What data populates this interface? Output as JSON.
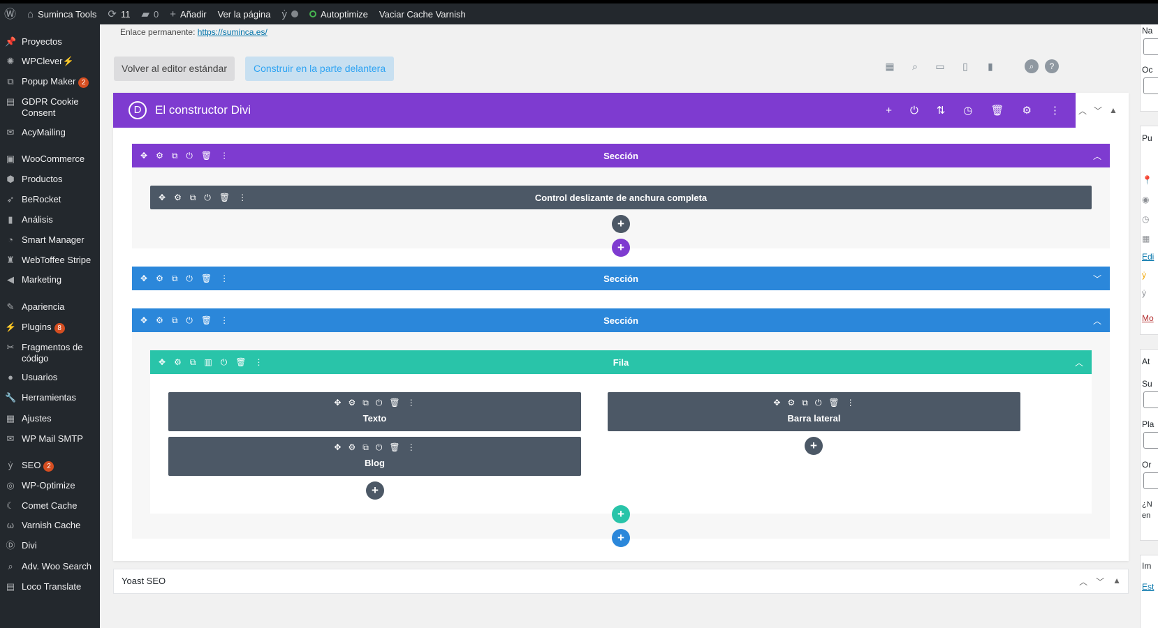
{
  "admin_bar": {
    "site_name": "Suminca Tools",
    "updates_count": "11",
    "comments_count": "0",
    "add_new": "Añadir",
    "view_page": "Ver la página",
    "autoptimize": "Autoptimize",
    "varnish": "Vaciar Cache Varnish"
  },
  "sidebar": {
    "items": [
      {
        "label": "Proyectos",
        "icon": "pin-icon"
      },
      {
        "label": "WPClever",
        "icon": "wpclever-icon",
        "suffix": "⚡"
      },
      {
        "label": "Popup Maker",
        "icon": "popup-icon",
        "badge": "2"
      },
      {
        "label": "GDPR Cookie Consent",
        "icon": "cookie-icon"
      },
      {
        "label": "AcyMailing",
        "icon": "mail-icon"
      },
      {
        "label": "WooCommerce",
        "icon": "woo-icon"
      },
      {
        "label": "Productos",
        "icon": "box-icon"
      },
      {
        "label": "BeRocket",
        "icon": "rocket-icon"
      },
      {
        "label": "Análisis",
        "icon": "chart-icon"
      },
      {
        "label": "Smart Manager",
        "icon": "gauge-icon"
      },
      {
        "label": "WebToffee Stripe",
        "icon": "stripe-icon"
      },
      {
        "label": "Marketing",
        "icon": "megaphone-icon"
      },
      {
        "label": "Apariencia",
        "icon": "brush-icon"
      },
      {
        "label": "Plugins",
        "icon": "plug-icon",
        "badge": "8"
      },
      {
        "label": "Fragmentos de código",
        "icon": "scissors-icon"
      },
      {
        "label": "Usuarios",
        "icon": "user-icon"
      },
      {
        "label": "Herramientas",
        "icon": "wrench-icon"
      },
      {
        "label": "Ajustes",
        "icon": "settings-icon"
      },
      {
        "label": "WP Mail SMTP",
        "icon": "envelope-icon"
      },
      {
        "label": "SEO",
        "icon": "yoast-icon",
        "badge": "2"
      },
      {
        "label": "WP-Optimize",
        "icon": "optimize-icon"
      },
      {
        "label": "Comet Cache",
        "icon": "comet-icon"
      },
      {
        "label": "Varnish Cache",
        "icon": "varnish-icon"
      },
      {
        "label": "Divi",
        "icon": "divi-icon"
      },
      {
        "label": "Adv. Woo Search",
        "icon": "search-icon"
      },
      {
        "label": "Loco Translate",
        "icon": "translate-icon"
      }
    ]
  },
  "editor": {
    "permalink_label": "Enlace permanente:",
    "permalink_url": "https://suminca.es/",
    "back_to_standard": "Volver al editor estándar",
    "build_frontend": "Construir en la parte delantera",
    "builder_title": "El constructor Divi",
    "builder_logo": "D"
  },
  "sections": [
    {
      "label": "Sección",
      "color": "#7e3bd0",
      "collapsed": false
    },
    {
      "label": "Sección",
      "color": "#2b87da",
      "collapsed": true
    },
    {
      "label": "Sección",
      "color": "#2b87da",
      "collapsed": false
    }
  ],
  "fullwidth_module": "Control deslizante de anchura completa",
  "row_label": "Fila",
  "modules": {
    "text": "Texto",
    "sidebar": "Barra lateral",
    "blog": "Blog"
  },
  "yoast": {
    "title": "Yoast SEO"
  },
  "right_sidebar": {
    "labels": [
      "Na",
      "Oc",
      "Pu",
      "Edi",
      "Mo",
      "At",
      "Su",
      "Pla",
      "Or",
      "¿N",
      "en",
      "Im",
      "Est"
    ]
  },
  "colors": {
    "divi_purple": "#7e3bd0",
    "section_blue": "#2b87da",
    "row_green": "#29c4a9",
    "module_dark": "#4c5866",
    "admin_dark": "#23282d"
  }
}
